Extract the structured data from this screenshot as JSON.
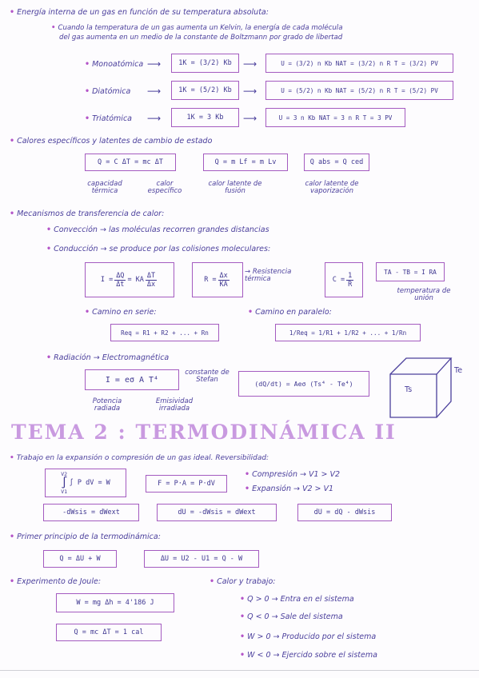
{
  "energia": {
    "heading": "Energía interna de un gas en función de su temperatura absoluta:",
    "note_line1": "Cuando la temperatura de un gas aumenta un Kelvin, la energía de cada molécula",
    "note_line2": "del gas aumenta en un medio de la constante de Boltzmann por grado de libertad",
    "rows": [
      {
        "label": "Monoatómica",
        "box1": "1K = (3/2) Kb",
        "box2": "U = (3/2) n Kb NAT = (3/2) n R T = (3/2) PV"
      },
      {
        "label": "Diatómica",
        "box1": "1K = (5/2) Kb",
        "box2": "U = (5/2) n Kb NAT = (5/2) n R T = (5/2) PV"
      },
      {
        "label": "Triatómica",
        "box1": "1K = 3 Kb",
        "box2": "U = 3 n Kb NAT = 3 n R T = 3 PV"
      }
    ]
  },
  "calores": {
    "heading": "Calores específicos y latentes de cambio de estado",
    "box1": "Q = C ΔT = mc ΔT",
    "box2": "Q = m Lf = m Lv",
    "box3": "Q abs = Q ced",
    "lbl1": "capacidad térmica",
    "lbl2": "calor específico",
    "lbl3": "calor latente de fusión",
    "lbl4": "calor latente de vaporización"
  },
  "mecanismos": {
    "heading": "Mecanismos de transferencia de calor:",
    "conveccion_label": "Convección",
    "conveccion_text": "las moléculas recorren grandes distancias",
    "conduccion_label": "Conducción",
    "conduccion_text": "se produce por las colisiones moleculares:",
    "eq_I": "I =",
    "eq_dQ": "ΔQ",
    "eq_dt": "Δt",
    "eq_KA": "= KA",
    "eq_dT": "ΔT",
    "eq_dx": "Δx",
    "eq_R": "R =",
    "eq_Rn": "Δx",
    "eq_Rd": "KA",
    "resistencia": "Resistencia térmica",
    "eq_C": "C =",
    "eq_Cn": "1",
    "eq_Cd": "R",
    "eq_T": "TA - TB = I RA",
    "temp_union": "temperatura de unión",
    "serie_label": "Camino en serie:",
    "serie_eq": "Req = R1 + R2 + ... + Rn",
    "paralelo_label": "Camino en paralelo:",
    "paralelo_eq": "1/Req = 1/R1 + 1/R2 + ... + 1/Rn",
    "radiacion_label": "Radiación",
    "radiacion_text": "Electromagnética",
    "rad_eq": "I = eσ A T⁴",
    "stefan": "constante de Stefan",
    "potencia": "Potencia radiada",
    "emisividad": "Emisividad irradiada",
    "rad_eq2": "(dQ/dt) = Aeσ (Ts⁴ - Te⁴)",
    "cube_inner": "Ts",
    "cube_outer": "Te"
  },
  "tema2": {
    "title": "TEMA 2 : TERMODINÁMICA II",
    "trabajo_heading": "Trabajo en la expansión o compresión de un gas ideal. Reversibilidad:",
    "integral": "∫ P dV = W",
    "int_upper": "V2",
    "int_lower": "V1",
    "fuerza": "F = P·A = P·dV",
    "compresion": "Compresión → V1 > V2",
    "expansion": "Expansión → V2 > V1",
    "b1": "-dWsis = dWext",
    "b2": "dU = -dWsis = dWext",
    "b3": "dU = dQ - dWsis",
    "primer_heading": "Primer principio de la termodinámica:",
    "p1": "Q = ΔU + W",
    "p2": "ΔU = U2 - U1 = Q - W",
    "joule_heading": "Experimento de Joule:",
    "j1": "W = mg Δh = 4'186 J",
    "j2": "Q = mc ΔT = 1 cal",
    "calor_heading": "Calor y trabajo:",
    "ct": [
      {
        "k": "Q > 0",
        "v": "Entra en el sistema"
      },
      {
        "k": "Q < 0",
        "v": "Sale del sistema"
      },
      {
        "k": "W > 0",
        "v": "Producido por el sistema"
      },
      {
        "k": "W < 0",
        "v": "Ejercido sobre el sistema"
      }
    ]
  }
}
